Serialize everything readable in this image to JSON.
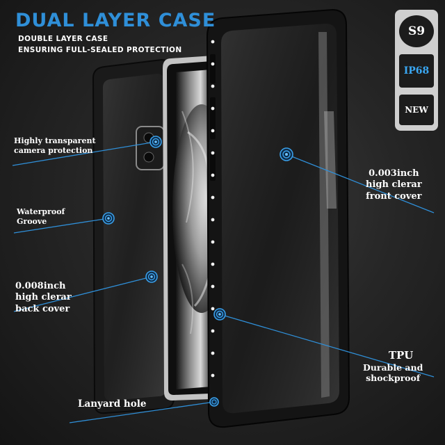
{
  "header": {
    "title": "DUAL LAYER CASE",
    "subtitle_line1": "DOUBLE LAYER CASE",
    "subtitle_line2": "ENSURING FULL-SEALED PROTECTION"
  },
  "badges": {
    "model": "S9",
    "rating": "IP68",
    "status": "NEW"
  },
  "callouts": {
    "camera": [
      "Highly transparent",
      "camera protection"
    ],
    "groove": [
      "Waterproof",
      "Groove"
    ],
    "back_cover": [
      "0.008inch",
      "high clerar",
      "back cover"
    ],
    "front_cover": [
      "0.003inch",
      "high clerar",
      "front cover"
    ],
    "tpu": [
      "TPU",
      "Durable and",
      "shockproof"
    ],
    "lanyard": "Lanyard hole"
  },
  "colors": {
    "accent": "#2f8fd8",
    "badge_bg": "#cfcfcf",
    "badge_item": "#1c1c1c",
    "ip_text": "#3aa7f2",
    "background": "#1b1b1b"
  },
  "icons": [
    "target-marker-icon",
    "lion-image"
  ]
}
